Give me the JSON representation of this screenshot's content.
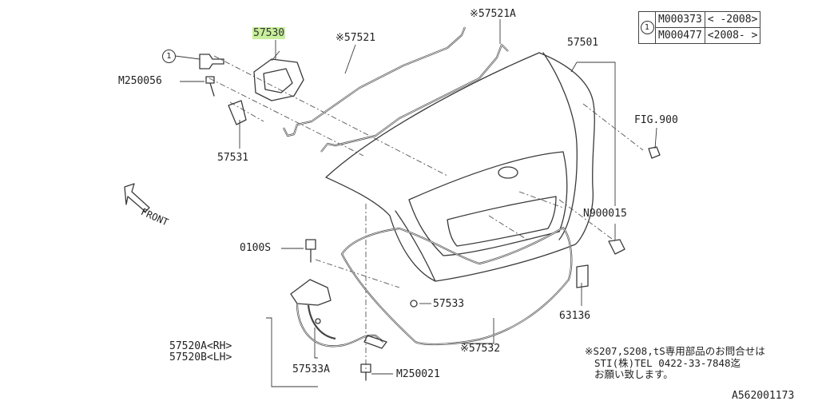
{
  "part_labels": {
    "p57530": "57530",
    "p57521": "※57521",
    "p57521a": "※57521A",
    "p57501": "57501",
    "p57531": "57531",
    "m250056": "M250056",
    "fig900": "FIG.900",
    "n900015": "N900015",
    "p0100s": "0100S",
    "p57533": "57533",
    "p63136": "63136",
    "p57520a": "57520A<RH>",
    "p57520b": "57520B<LH>",
    "p57532": "※57532",
    "p57533a": "57533A",
    "m250021": "M250021",
    "front": "FRONT",
    "callout": "1"
  },
  "ref_table": {
    "mark": "1",
    "rows": [
      {
        "code": "M000373",
        "range": "<  -2008>"
      },
      {
        "code": "M000477",
        "range": "<2008-  >"
      }
    ]
  },
  "note": {
    "line1": "※S207,S208,tS専用部品のお問合せは",
    "line2": "STI(株)TEL 0422-33-7848迄",
    "line3": "お願い致します。"
  },
  "figure_id": "A562001173",
  "colors": {
    "highlight": "#c8ef9b",
    "line": "#3a3a3a"
  }
}
